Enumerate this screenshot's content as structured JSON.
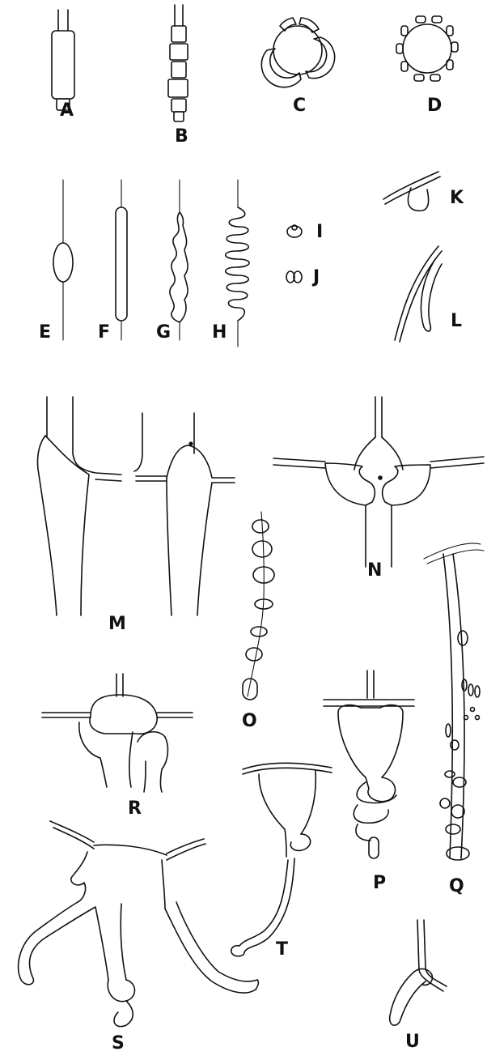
{
  "figure": {
    "panels": [
      {
        "id": "A",
        "label": "A"
      },
      {
        "id": "B",
        "label": "B"
      },
      {
        "id": "C",
        "label": "C"
      },
      {
        "id": "D",
        "label": "D"
      },
      {
        "id": "E",
        "label": "E"
      },
      {
        "id": "F",
        "label": "F"
      },
      {
        "id": "G",
        "label": "G"
      },
      {
        "id": "H",
        "label": "H"
      },
      {
        "id": "I",
        "label": "I"
      },
      {
        "id": "J",
        "label": "J"
      },
      {
        "id": "K",
        "label": "K"
      },
      {
        "id": "L",
        "label": "L"
      },
      {
        "id": "M",
        "label": "M"
      },
      {
        "id": "N",
        "label": "N"
      },
      {
        "id": "O",
        "label": "O"
      },
      {
        "id": "P",
        "label": "P"
      },
      {
        "id": "Q",
        "label": "Q"
      },
      {
        "id": "R",
        "label": "R"
      },
      {
        "id": "S",
        "label": "S"
      },
      {
        "id": "T",
        "label": "T"
      },
      {
        "id": "U",
        "label": "U"
      }
    ]
  }
}
